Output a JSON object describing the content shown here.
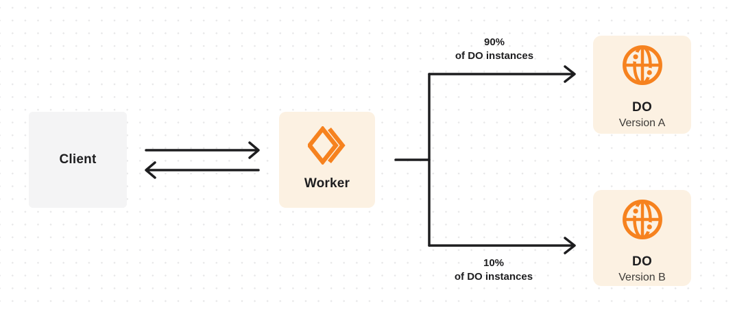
{
  "diagram": {
    "client": {
      "label": "Client"
    },
    "worker": {
      "label": "Worker"
    },
    "do_version_a": {
      "title": "DO",
      "subtitle": "Version A"
    },
    "do_version_b": {
      "title": "DO",
      "subtitle": "Version B"
    },
    "branch_top": {
      "percent": "90%",
      "caption": "of DO instances"
    },
    "branch_bottom": {
      "percent": "10%",
      "caption": "of DO instances"
    }
  },
  "icons": {
    "worker": "workers-logo-icon",
    "durable_object": "globe-icon"
  },
  "colors": {
    "accent_orange": "#f6821f",
    "box_cream": "#fcf1e2",
    "box_gray": "#f4f4f5",
    "line_dark": "#1d1d1f",
    "text_primary": "#1d1d1f",
    "text_secondary": "#3c3a37",
    "dot_grid": "#e7e7e8",
    "background": "#ffffff"
  }
}
